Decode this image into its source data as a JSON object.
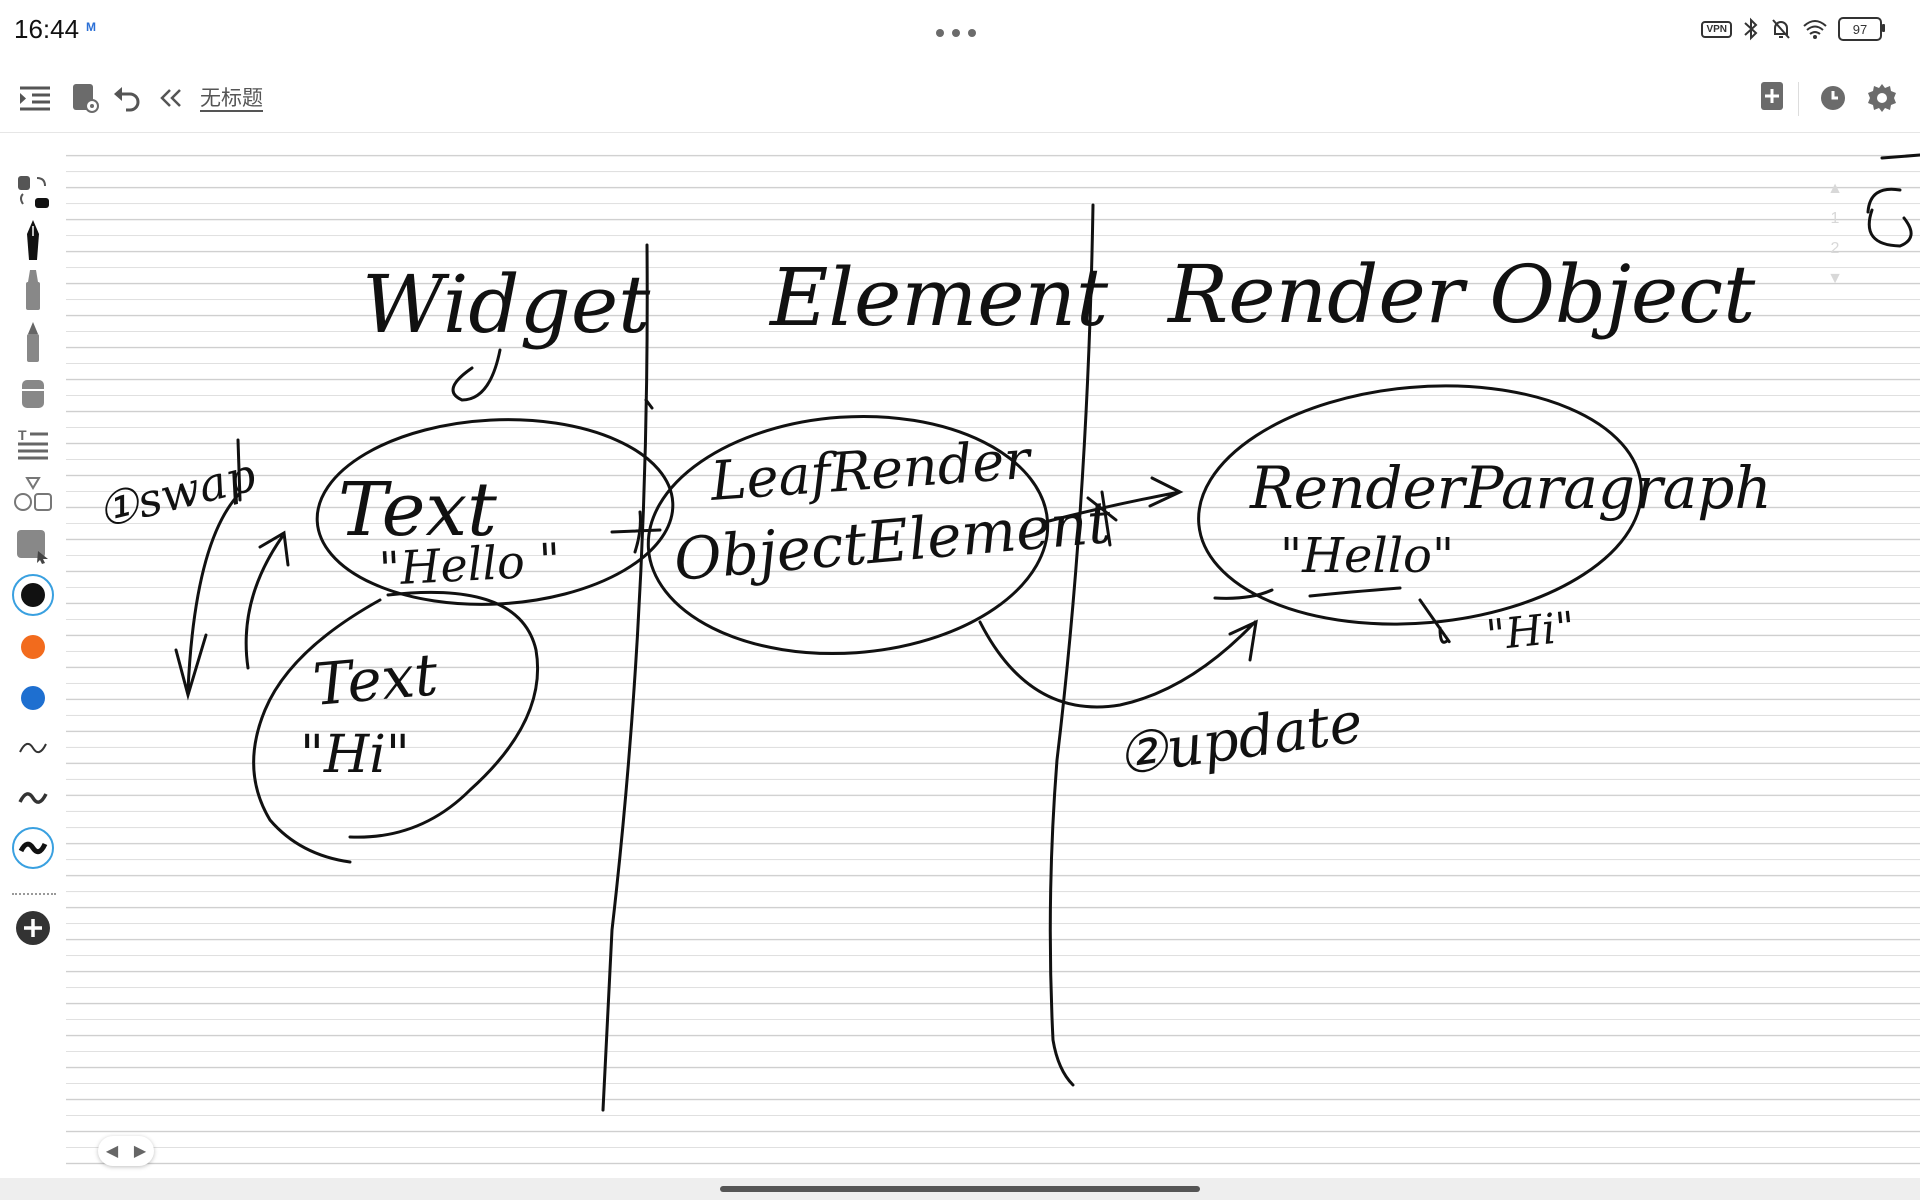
{
  "status_bar": {
    "time": "16:44",
    "mail_badge": "M",
    "vpn": "VPN",
    "battery": "97"
  },
  "toolbar": {
    "title": "无标题",
    "icons": [
      "outline-icon",
      "notebook-preview-icon",
      "undo-icon",
      "collapse-icon",
      "add-page-icon",
      "history-icon",
      "settings-icon"
    ]
  },
  "sidebar": {
    "tools": [
      "lasso-tool-icon",
      "fountain-pen-icon",
      "marker-icon",
      "pencil-icon",
      "eraser-icon",
      "text-tool-icon",
      "shapes-icon",
      "image-insert-icon"
    ],
    "colors": [
      "#111111",
      "#f26b1d",
      "#1e6fd0"
    ],
    "stroke_sizes": [
      "thin",
      "medium",
      "thick"
    ],
    "add": "add-tool-icon"
  },
  "page_indicator": [
    "1",
    "2"
  ],
  "notes": {
    "headings": {
      "col1": "Widget",
      "col2": "Element",
      "col3": "Render Object"
    },
    "swap": "①swap",
    "text1": "Text",
    "hello1": "\"Hello \"",
    "text2": "Text",
    "hi1": "\"Hi\"",
    "leaf_line1": "LeafRender",
    "leaf_line2": "ObjectElement",
    "rp": "RenderParagraph",
    "hello2": "\"Hello\"",
    "hi2": "\"Hi\"",
    "update": "②update"
  }
}
